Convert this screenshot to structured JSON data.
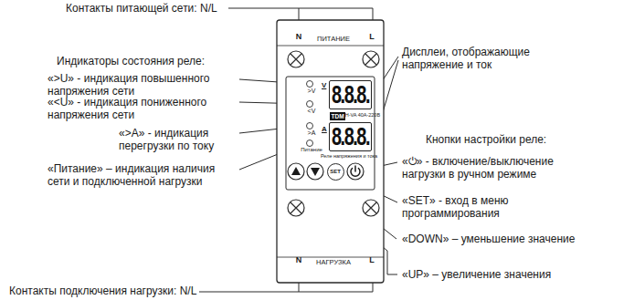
{
  "diagram": {
    "nodes": [
      {
        "text": [
          "8.8.8."
        ]
      },
      {
        "text": [
          "TDM"
        ]
      },
      {
        "text": [
          "8.8.8."
        ]
      },
      {
        "text": [
          "SET"
        ]
      }
    ],
    "labels": [
      "Контакты питающей сети: N/L",
      "N",
      "ПИТАНИЕ",
      "L",
      "Индикаторы состояния реле:",
      "«>U» - индикация повышенного напряжения сети",
      "«<U» - индикация пониженного напряжения сети",
      "«>A» - индикация перегрузки по току",
      "«Питание» – индикация наличия сети и подключенной нагрузки",
      ">V",
      "V",
      "<V",
      ">A",
      "A",
      "Питание",
      "PH-VA 40A-220B",
      "Реле напряжения и тока",
      "Дисплеи, отображающие напряжение и ток",
      "Кнопки настройки реле:",
      "«⏻» - включение/выключение нагрузки в ручном режиме",
      "«SET» - вход в меню программирования",
      "«DOWN» – уменьшение значение",
      "«UP» – увеличение значения",
      "N",
      "НАГРУЗКА",
      "L",
      "Контакты подключения нагрузки: N/L"
    ]
  }
}
